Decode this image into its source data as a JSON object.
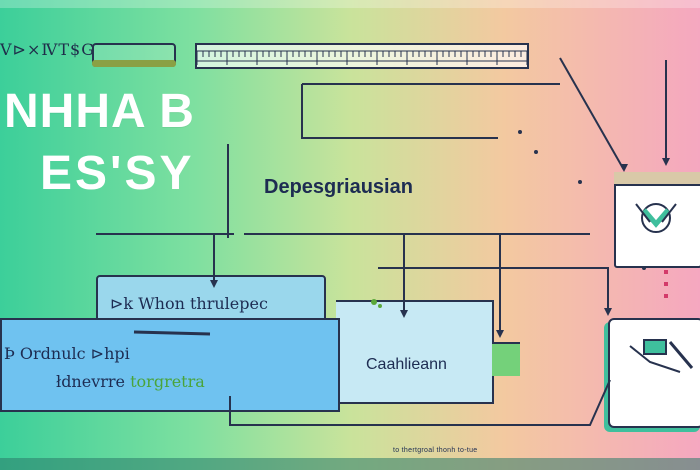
{
  "header": {
    "scribble": "Ⅴ⊳×ⅣT$G"
  },
  "title": {
    "line1": "NHHA B",
    "line2": "ES'SY"
  },
  "diagram": {
    "mid_label": "Depesgriausian",
    "top_box_label": "⊳k Whon thrulepec",
    "main_box_line1": "Þ Ordnulc ⊳hpi",
    "main_box_line2_part1": "łdnevrre",
    "main_box_line2_part2": "torgretra",
    "right_panel_label": "Caahlieann",
    "footer": "to thertgroal thonh to-tue"
  },
  "colors": {
    "stroke": "#27324e",
    "box_blue": "#6fc2f0",
    "box_lightblue": "#9ad7ec",
    "accent_green": "#3fbf9d",
    "title_white": "#ffffff"
  },
  "icons": [
    "ruler-icon",
    "toggle-icon",
    "cursor-icon",
    "arrow-icon",
    "gear-icon",
    "x-icon"
  ]
}
